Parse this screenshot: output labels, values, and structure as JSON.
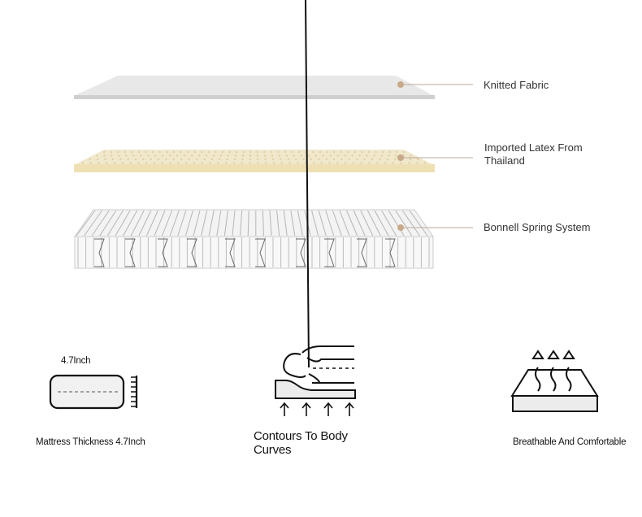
{
  "layers": [
    {
      "label": "Knitted Fabric"
    },
    {
      "label": "Imported Latex From Thailand",
      "line1": "Imported Latex From",
      "line2": "Thailand"
    },
    {
      "label": "Bonnell Spring System"
    }
  ],
  "features": [
    {
      "icon": "mattress-thickness-icon",
      "dimension": "4.7Inch",
      "caption": "Mattress Thickness 4.7Inch"
    },
    {
      "icon": "body-contour-icon",
      "caption": "Contours To Body Curves",
      "line1": "Contours To Body",
      "line2": "Curves"
    },
    {
      "icon": "breathable-icon",
      "caption": "Breathable And Comfortable"
    }
  ],
  "colors": {
    "fabric": "#e6e6e6",
    "latex": "#f1e6c4",
    "accent_dot": "#c9a88a",
    "leader_line": "#b8a898"
  }
}
